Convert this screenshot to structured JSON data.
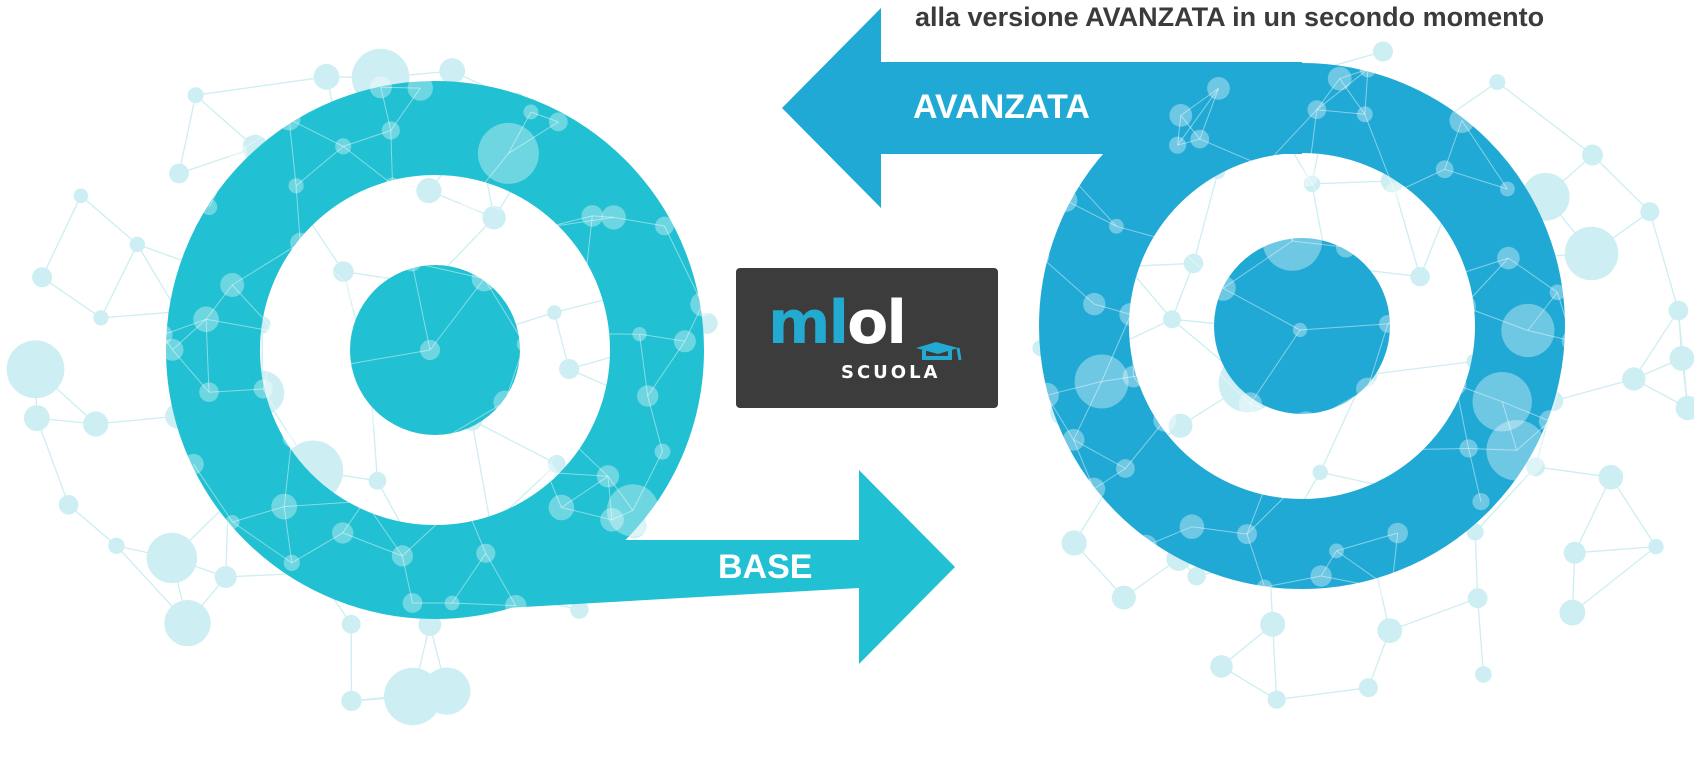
{
  "caption": "alla versione AVANZATA in un secondo momento",
  "arrows": {
    "base_label": "BASE",
    "avanzata_label": "AVANZATA"
  },
  "logo": {
    "wordmark_m": "ml",
    "wordmark_ol": "ol",
    "subtitle": "SCUOLA"
  },
  "colors": {
    "teal": "#21c0d2",
    "blue": "#21a9d5",
    "network": "#cdeef2",
    "logo_bg": "#3c3c3d",
    "caption": "#3b3b3b"
  }
}
